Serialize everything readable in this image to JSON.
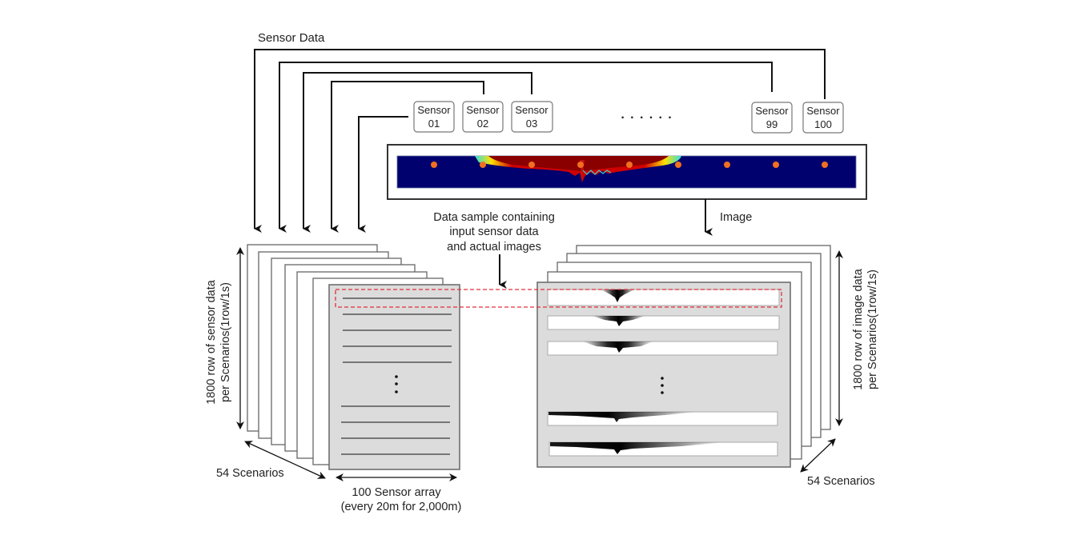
{
  "title_sensor_data": "Sensor Data",
  "sensors": [
    {
      "line1": "Sensor",
      "line2": "01"
    },
    {
      "line1": "Sensor",
      "line2": "02"
    },
    {
      "line1": "Sensor",
      "line2": "03"
    },
    {
      "line1": "Sensor",
      "line2": "99"
    },
    {
      "line1": "Sensor",
      "line2": "100"
    }
  ],
  "ellipsis": "· · ·  · · ·",
  "image_label": "Image",
  "sample_label": [
    "Data sample containing",
    "input sensor data",
    "and actual images"
  ],
  "left_stack": {
    "vertical_label": [
      "1800 row of sensor data",
      "per Scenarios(1row/1s)"
    ],
    "depth_label": "54 Scenarios",
    "width_label": [
      "100 Sensor array",
      "(every 20m for 2,000m)"
    ],
    "vdots": "⋮"
  },
  "right_stack": {
    "vertical_label": [
      "1800 row of image data",
      "per Scenarios(1row/1s)"
    ],
    "depth_label": "54 Scenarios",
    "vdots": "⋮"
  },
  "colors": {
    "line": "#111111",
    "sheet_border": "#666666",
    "front_sheet_fill": "#dcdcdc",
    "highlight_dash": "#e0303a",
    "field_bg": "#00006e",
    "sensor_dot": "#f07020"
  },
  "sensor_dot_count": 9
}
